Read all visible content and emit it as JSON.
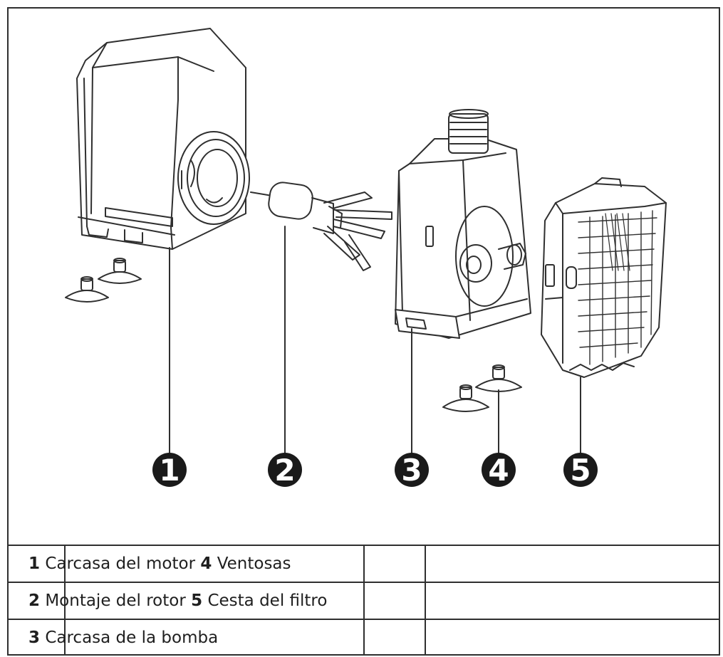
{
  "markers": [
    "1",
    "2",
    "3",
    "4",
    "5"
  ],
  "legend": {
    "rows": [
      [
        {
          "num": "1",
          "text": "Carcasa del motor"
        },
        {
          "num": "4",
          "text": "Ventosas"
        }
      ],
      [
        {
          "num": "2",
          "text": "Montaje del rotor"
        },
        {
          "num": "5",
          "text": "Cesta del filtro"
        }
      ],
      [
        {
          "num": "3",
          "text": "Carcasa de la bomba"
        }
      ]
    ]
  },
  "colors": {
    "line": "#2f2f2f",
    "marker": "#1a1a1a",
    "background": "#ffffff"
  }
}
